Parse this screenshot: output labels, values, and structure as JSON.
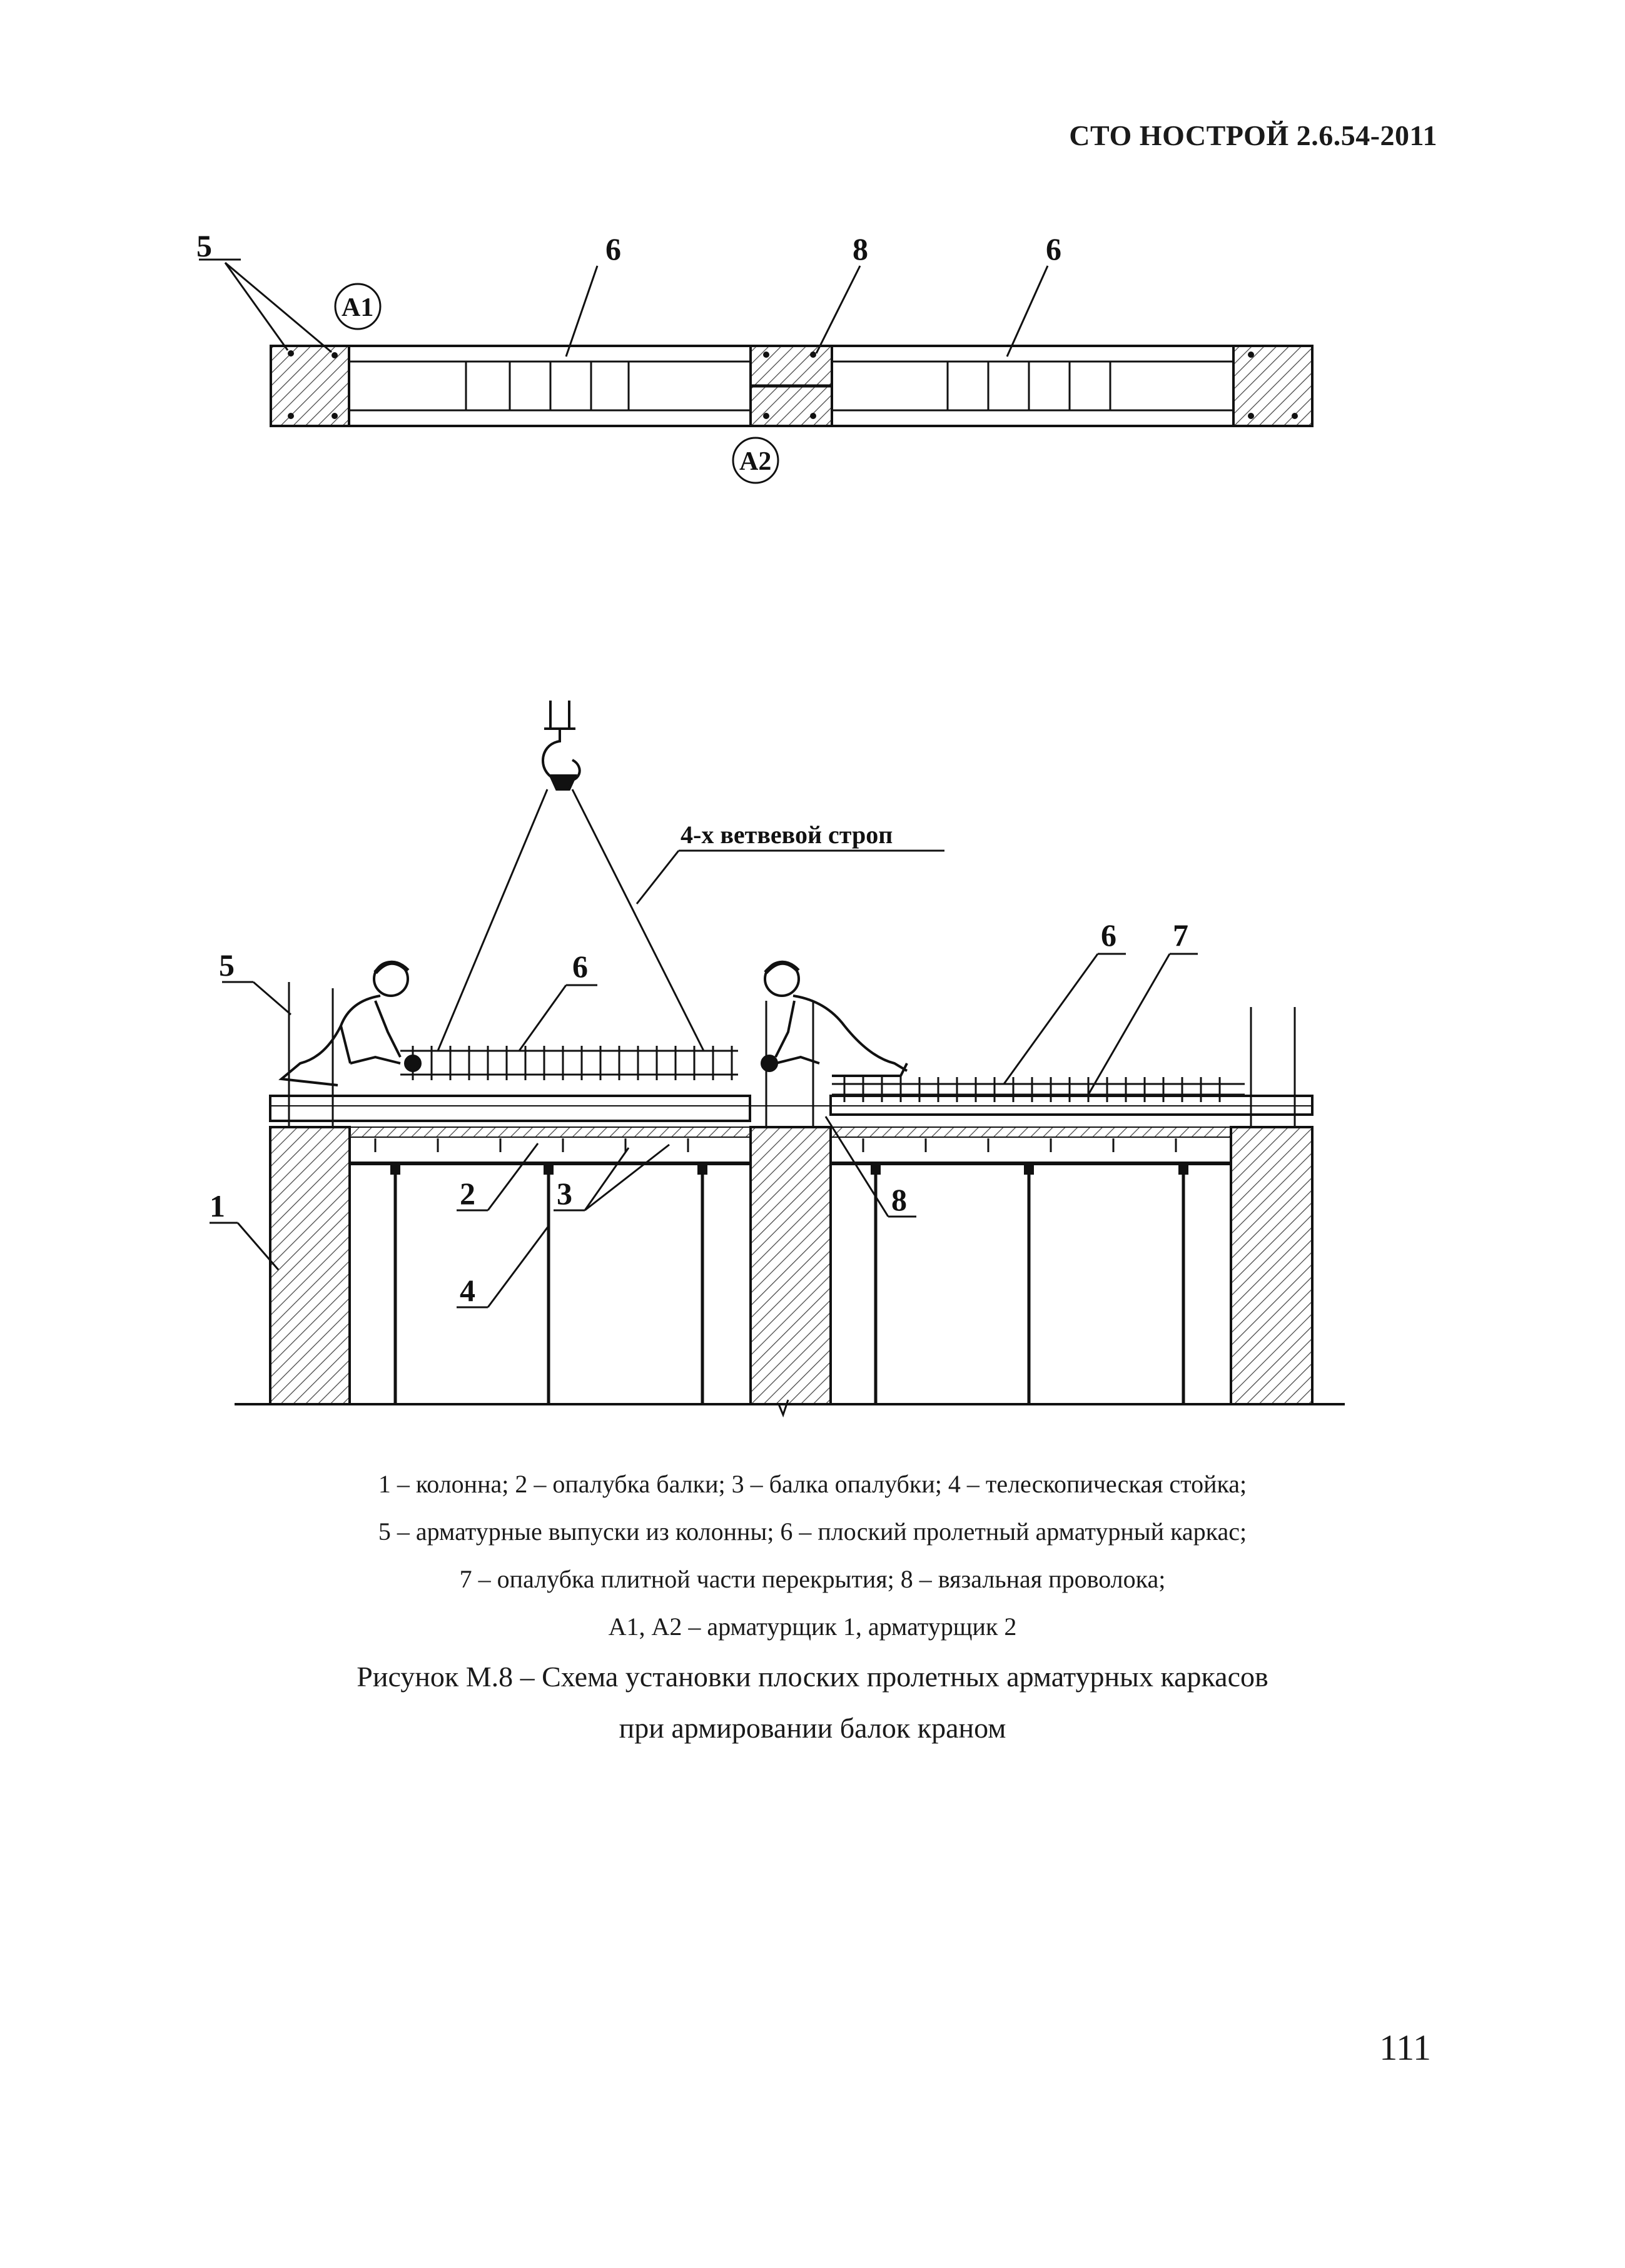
{
  "header": {
    "doc_code": "СТО НОСТРОЙ 2.6.54-2011"
  },
  "plan_view": {
    "callouts": {
      "item5": "5",
      "item6_left": "6",
      "item8": "8",
      "item6_right": "6"
    },
    "workers": {
      "a1": "А1",
      "a2": "А2"
    }
  },
  "section_view": {
    "sling_label": "4-х ветвевой строп",
    "callouts": {
      "item1": "1",
      "item2": "2",
      "item3": "3",
      "item4": "4",
      "item5": "5",
      "item6_left": "6",
      "item6_right": "6",
      "item7": "7",
      "item8": "8"
    }
  },
  "legend": {
    "line1": "1 – колонна; 2 – опалубка балки; 3 – балка опалубки; 4 – телескопическая стойка;",
    "line2": "5 – арматурные выпуски из колонны; 6 – плоский пролетный арматурный каркас;",
    "line3": "7 – опалубка плитной части перекрытия; 8 – вязальная проволока;",
    "line4": "А1, А2 – арматурщик 1, арматурщик 2"
  },
  "caption": {
    "line1": "Рисунок М.8 – Схема установки плоских пролетных арматурных каркасов",
    "line2": "при армировании балок  краном"
  },
  "page_number": "111"
}
